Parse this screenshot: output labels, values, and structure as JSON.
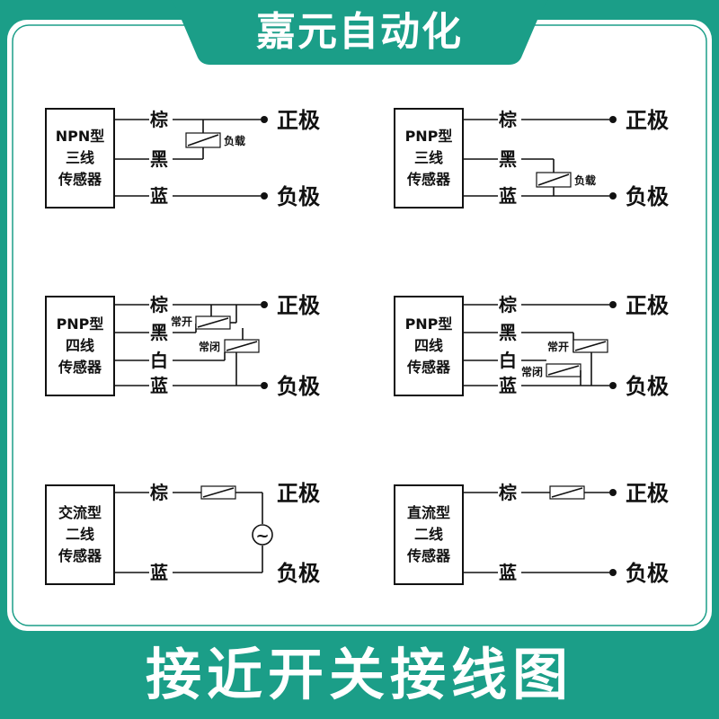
{
  "header": {
    "brand": "嘉元自动化"
  },
  "footer": {
    "title": "接近开关接线图"
  },
  "colors": {
    "background": "#1b9e88",
    "panel": "#ffffff",
    "line": "#111111"
  },
  "diagrams": {
    "npn3": {
      "box": [
        "NPN型",
        "三线",
        "传感器"
      ],
      "wires": [
        "棕",
        "黑",
        "蓝"
      ],
      "load": "负载",
      "pos": "正极",
      "neg": "负极"
    },
    "pnp3": {
      "box": [
        "PNP型",
        "三线",
        "传感器"
      ],
      "wires": [
        "棕",
        "黑",
        "蓝"
      ],
      "load": "负载",
      "pos": "正极",
      "neg": "负极"
    },
    "pnp4a": {
      "box": [
        "PNP型",
        "四线",
        "传感器"
      ],
      "wires": [
        "棕",
        "黑",
        "白",
        "蓝"
      ],
      "no": "常开",
      "nc": "常闭",
      "pos": "正极",
      "neg": "负极"
    },
    "pnp4b": {
      "box": [
        "PNP型",
        "四线",
        "传感器"
      ],
      "wires": [
        "棕",
        "黑",
        "白",
        "蓝"
      ],
      "no": "常开",
      "nc": "常闭",
      "pos": "正极",
      "neg": "负极"
    },
    "ac2": {
      "box": [
        "交流型",
        "二线",
        "传感器"
      ],
      "wires": [
        "棕",
        "蓝"
      ],
      "ac_symbol": "~",
      "pos": "正极",
      "neg": "负极"
    },
    "dc2": {
      "box": [
        "直流型",
        "二线",
        "传感器"
      ],
      "wires": [
        "棕",
        "蓝"
      ],
      "pos": "正极",
      "neg": "负极"
    }
  }
}
